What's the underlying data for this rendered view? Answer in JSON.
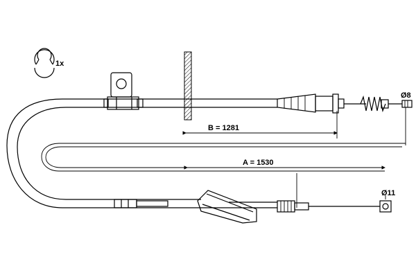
{
  "clip_count": "1x",
  "dimensions": {
    "B": "B = 1281",
    "A": "A = 1530",
    "d_top": "Ø8",
    "d_bottom": "Ø11"
  },
  "colors": {
    "line": "#000000",
    "background": "#ffffff",
    "hatch_fill": "#ffffff"
  },
  "icons": [
    "clip-icon",
    "hatched-grommet-icon",
    "spring-icon",
    "threaded-end-icon"
  ]
}
